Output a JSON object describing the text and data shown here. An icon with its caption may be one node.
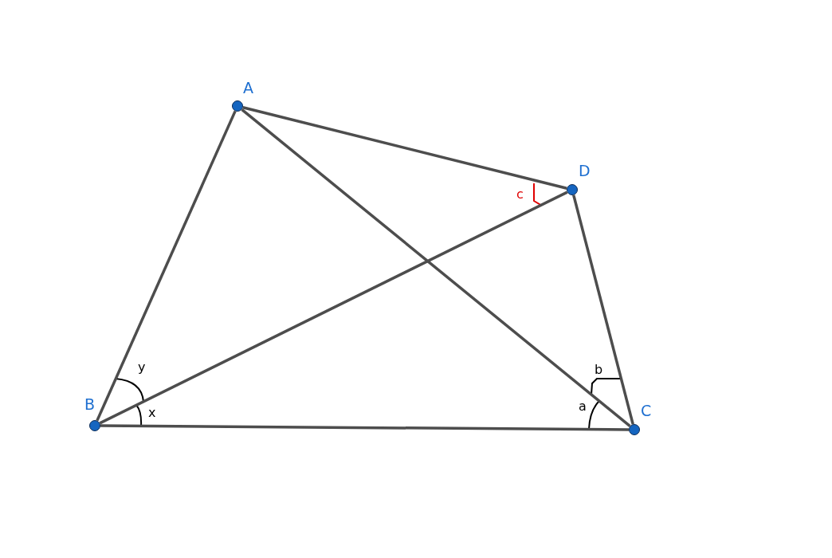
{
  "diagram": {
    "nodes": [
      {
        "text": [],
        "shape": "circle",
        "beside": [
          "A"
        ]
      },
      {
        "text": [],
        "shape": "circle",
        "beside": [
          "D"
        ]
      },
      {
        "text": [],
        "shape": "circle",
        "beside": [
          "B"
        ]
      },
      {
        "text": [],
        "shape": "circle",
        "beside": [
          "C"
        ]
      }
    ],
    "edges": [
      {
        "from": 0,
        "to": 2,
        "arrow": "none"
      },
      {
        "from": 0,
        "to": 1,
        "arrow": "none"
      },
      {
        "from": 0,
        "to": 3,
        "arrow": "none"
      },
      {
        "from": 1,
        "to": 2,
        "arrow": "none"
      },
      {
        "from": 1,
        "to": 3,
        "arrow": "none"
      },
      {
        "from": 2,
        "to": 3,
        "arrow": "none"
      }
    ],
    "labels": [
      "c",
      "y",
      "b",
      "x",
      "a"
    ]
  }
}
